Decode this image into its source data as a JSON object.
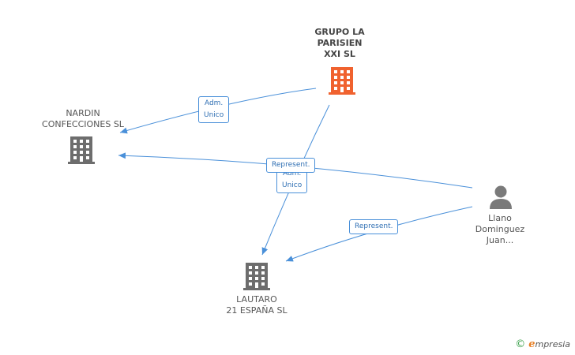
{
  "colors": {
    "edge": "#4a90d9",
    "main_company": "#f0622f",
    "company": "#6d6d6d",
    "person": "#7a7a7a"
  },
  "nodes": {
    "grupo": {
      "lines": [
        "GRUPO LA",
        "PARISIEN",
        "XXI  SL"
      ],
      "icon": "building-icon"
    },
    "nardin": {
      "lines": [
        "NARDIN",
        "CONFECCIONES SL"
      ],
      "icon": "building-icon"
    },
    "lautaro": {
      "lines": [
        "LAUTARO",
        "21 ESPAÑA SL"
      ],
      "icon": "building-icon"
    },
    "llano": {
      "lines": [
        "Llano",
        "Dominguez",
        "Juan..."
      ],
      "icon": "person-icon"
    }
  },
  "edges": {
    "grupo_nardin": {
      "lines": [
        "Adm.",
        "Unico"
      ]
    },
    "llano_nardin": {
      "lines": [
        "Represent."
      ]
    },
    "grupo_lautaro": {
      "lines": [
        "Adm.",
        "Unico"
      ]
    },
    "llano_lautaro": {
      "lines": [
        "Represent."
      ]
    }
  },
  "brand": {
    "copyright": "©",
    "initial": "e",
    "rest": "mpresia"
  }
}
